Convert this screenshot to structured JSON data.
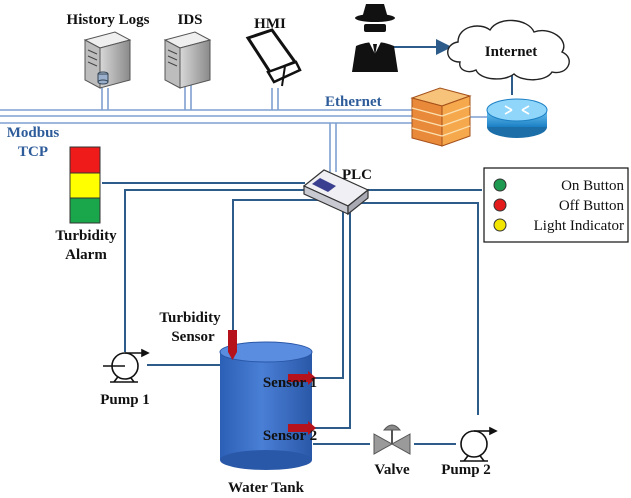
{
  "labels": {
    "history_logs": "History Logs",
    "ids": "IDS",
    "hmi": "HMI",
    "internet": "Internet",
    "ethernet": "Ethernet",
    "modbus": "Modbus",
    "tcp": "TCP",
    "plc": "PLC",
    "turbidity_alarm_1": "Turbidity",
    "turbidity_alarm_2": "Alarm",
    "turbidity_sensor_1": "Turbidity",
    "turbidity_sensor_2": "Sensor",
    "sensor1": "Sensor 1",
    "sensor2": "Sensor 2",
    "pump1": "Pump 1",
    "pump2": "Pump 2",
    "valve": "Valve",
    "water_tank": "Water Tank"
  },
  "legend": [
    {
      "label": "On Button",
      "color": "#1e9a50"
    },
    {
      "label": "Off Button",
      "color": "#e31b1b"
    },
    {
      "label": "Light Indicator",
      "color": "#f2e600"
    }
  ],
  "colors": {
    "wire": "#2e5c8a",
    "ethernet": "#7f9fd0",
    "tank": "#3a6fc6",
    "alarm_red": "#ef1a1a",
    "alarm_yellow": "#ffff00",
    "alarm_green": "#1aa64a"
  }
}
